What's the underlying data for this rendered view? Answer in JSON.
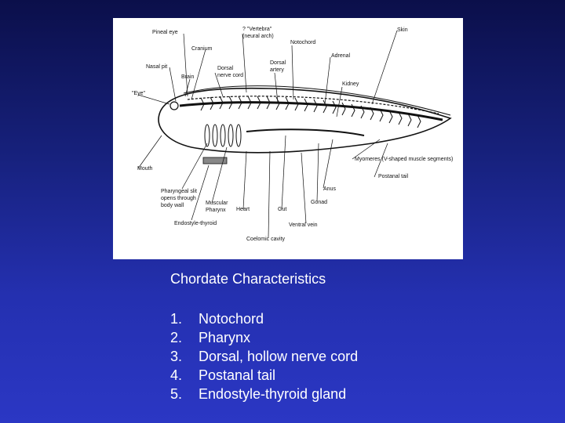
{
  "slide": {
    "title": "Chordate Characteristics",
    "items": [
      {
        "num": "1.",
        "text": "Notochord"
      },
      {
        "num": "2.",
        "text": "Pharynx"
      },
      {
        "num": "3.",
        "text": "Dorsal, hollow nerve cord"
      },
      {
        "num": "4.",
        "text": "Postanal tail"
      },
      {
        "num": "5.",
        "text": "Endostyle-thyroid gland"
      }
    ]
  },
  "diagram": {
    "labels": {
      "pineal_eye": "Pineal eye",
      "vertebra": "? \"Vertebra\"",
      "neural_arch": "(neural arch)",
      "skin": "Skin",
      "cranium": "Cranium",
      "notochord": "Notochord",
      "nasal_pit": "Nasal pit",
      "brain": "Brain",
      "dorsal_nerve_cord_1": "Dorsal",
      "dorsal_nerve_cord_2": "nerve cord",
      "dorsal_artery_1": "Dorsal",
      "dorsal_artery_2": "artery",
      "adrenal": "Adrenal",
      "eye": "\"Eye\"",
      "kidney": "Kidney",
      "mouth": "Mouth",
      "myomeres": "Myomeres (V-shaped muscle segments)",
      "postanal_tail": "Postanal tail",
      "pharyngeal_slit_1": "Pharyngeal slit",
      "pharyngeal_slit_2": "opens through",
      "pharyngeal_slit_3": "body wall",
      "muscular_pharynx_1": "Muscular",
      "muscular_pharynx_2": "Pharynx",
      "heart": "Heart",
      "gut": "Gut",
      "gonad": "Gonad",
      "anus": "Anus",
      "endostyle_thyroid": "Endostyle-thyroid",
      "ventral_vein": "Ventral vein",
      "coelomic_cavity": "Coelomic cavity"
    }
  }
}
